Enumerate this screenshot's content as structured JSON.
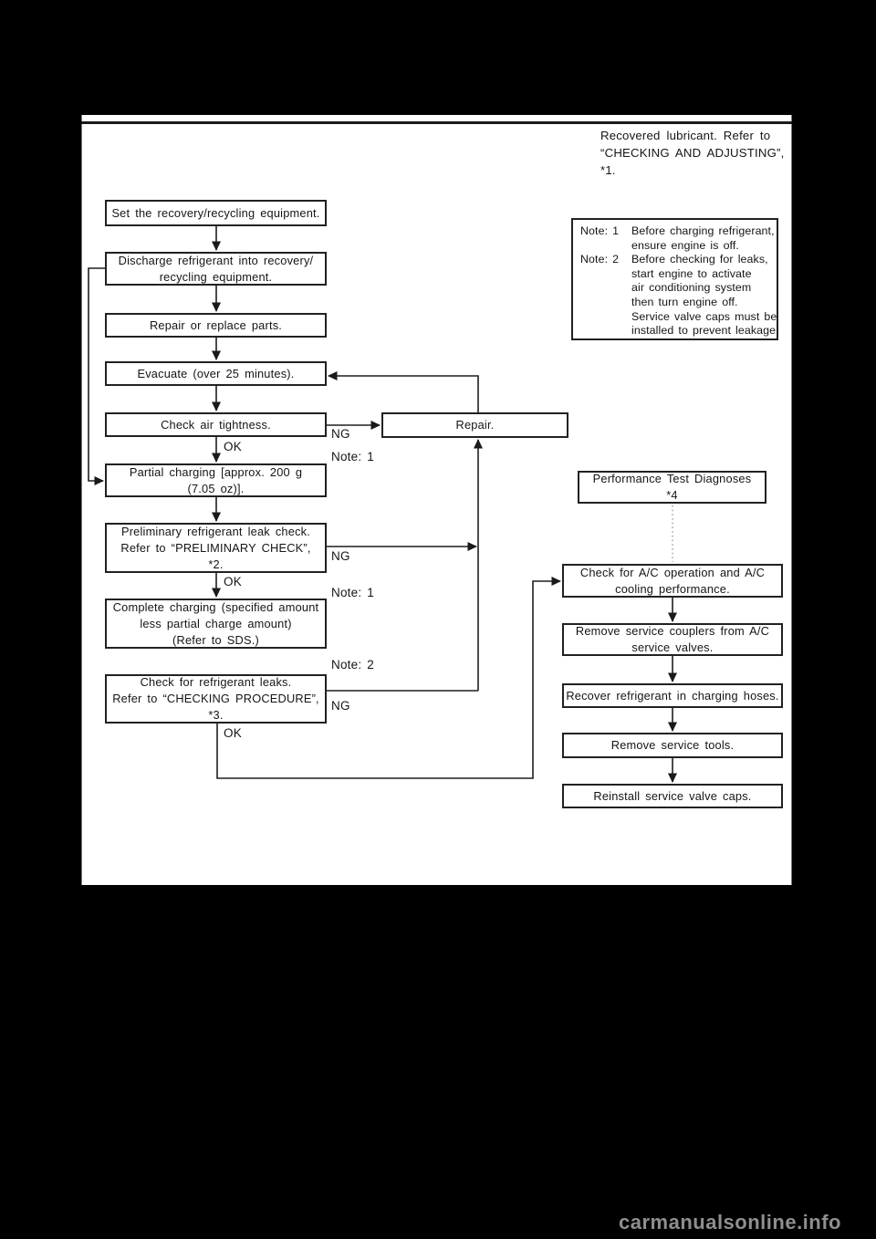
{
  "watermark": "carmanualsonline.info",
  "top_note": "Recovered lubricant. Refer to\n“CHECKING AND ADJUSTING”,\n*1.",
  "note_box": {
    "rows": [
      {
        "p": "Note: 1",
        "t": "Before charging refrigerant,"
      },
      {
        "p": "",
        "t": "ensure engine is off."
      },
      {
        "p": "Note: 2",
        "t": "Before checking for leaks,"
      },
      {
        "p": "",
        "t": "start engine to activate"
      },
      {
        "p": "",
        "t": "air conditioning system"
      },
      {
        "p": "",
        "t": "then turn engine off."
      },
      {
        "p": "",
        "t": "Service valve caps must be"
      },
      {
        "p": "",
        "t": "installed to prevent leakage."
      }
    ]
  },
  "flow": {
    "left": [
      "Set the recovery/recycling equipment.",
      "Discharge refrigerant into recovery/\nrecycling equipment.",
      "Repair or replace parts.",
      "Evacuate (over 25 minutes).",
      "Check air tightness.",
      "Partial charging [approx. 200 g\n(7.05 oz)].",
      "Preliminary refrigerant leak check.\nRefer to “PRELIMINARY CHECK”,\n*2.",
      "Complete charging (specified amount\nless partial charge amount)\n(Refer to SDS.)",
      "Check for refrigerant leaks.\nRefer to “CHECKING PROCEDURE”,\n*3."
    ],
    "repair": "Repair.",
    "right": [
      "Performance Test Diagnoses\n*4",
      "Check for A/C operation and A/C\ncooling performance.",
      "Remove service couplers from A/C\nservice valves.",
      "Recover refrigerant in charging hoses.",
      "Remove service tools.",
      "Reinstall service valve caps."
    ],
    "labels": {
      "ng": "NG",
      "ok": "OK",
      "note1": "Note: 1",
      "note2": "Note: 2"
    }
  }
}
